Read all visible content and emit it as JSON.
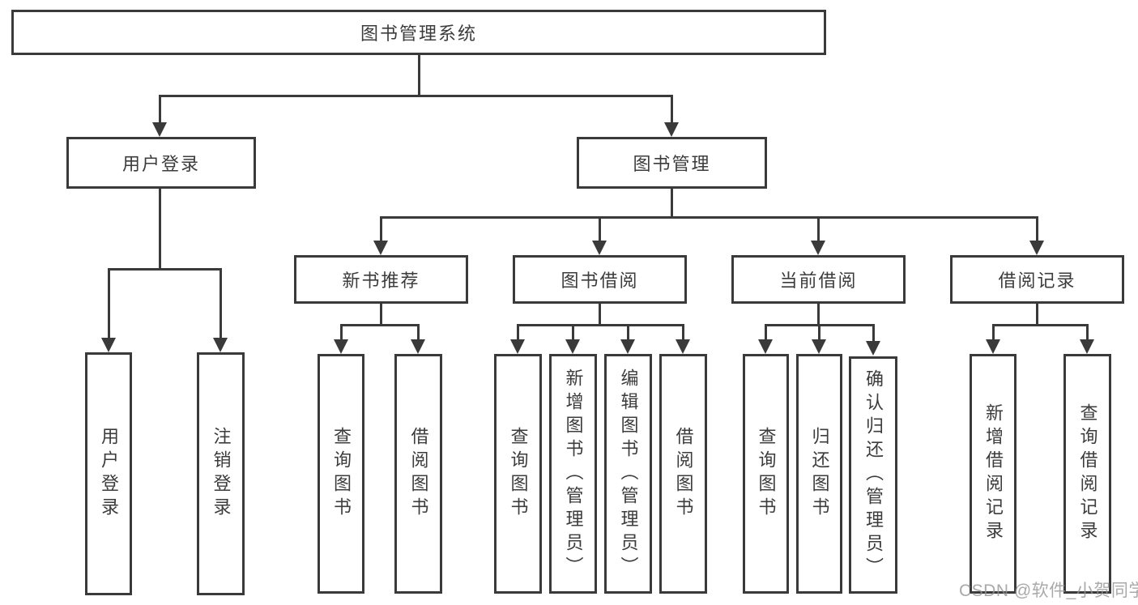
{
  "colors": {
    "line": "#3a3a3a",
    "text": "#3c3c3c",
    "background": "#ffffff",
    "watermark": "#949494"
  },
  "tree": {
    "label": "图书管理系统",
    "children": [
      {
        "label": "用户登录",
        "children": [
          {
            "label": "用户登录"
          },
          {
            "label": "注销登录"
          }
        ]
      },
      {
        "label": "图书管理",
        "children": [
          {
            "label": "新书推荐",
            "children": [
              {
                "label": "查询图书"
              },
              {
                "label": "借阅图书"
              }
            ]
          },
          {
            "label": "图书借阅",
            "children": [
              {
                "label": "查询图书"
              },
              {
                "label": "新增图书（管理员）"
              },
              {
                "label": "编辑图书（管理员）"
              },
              {
                "label": "借阅图书"
              }
            ]
          },
          {
            "label": "当前借阅",
            "children": [
              {
                "label": "查询图书"
              },
              {
                "label": "归还图书"
              },
              {
                "label": "确认归还（管理员）"
              }
            ]
          },
          {
            "label": "借阅记录",
            "children": [
              {
                "label": "新增借阅记录"
              },
              {
                "label": "查询借阅记录"
              }
            ]
          }
        ]
      }
    ]
  },
  "watermark": {
    "text": "CSDN @软件_小贺同学"
  }
}
